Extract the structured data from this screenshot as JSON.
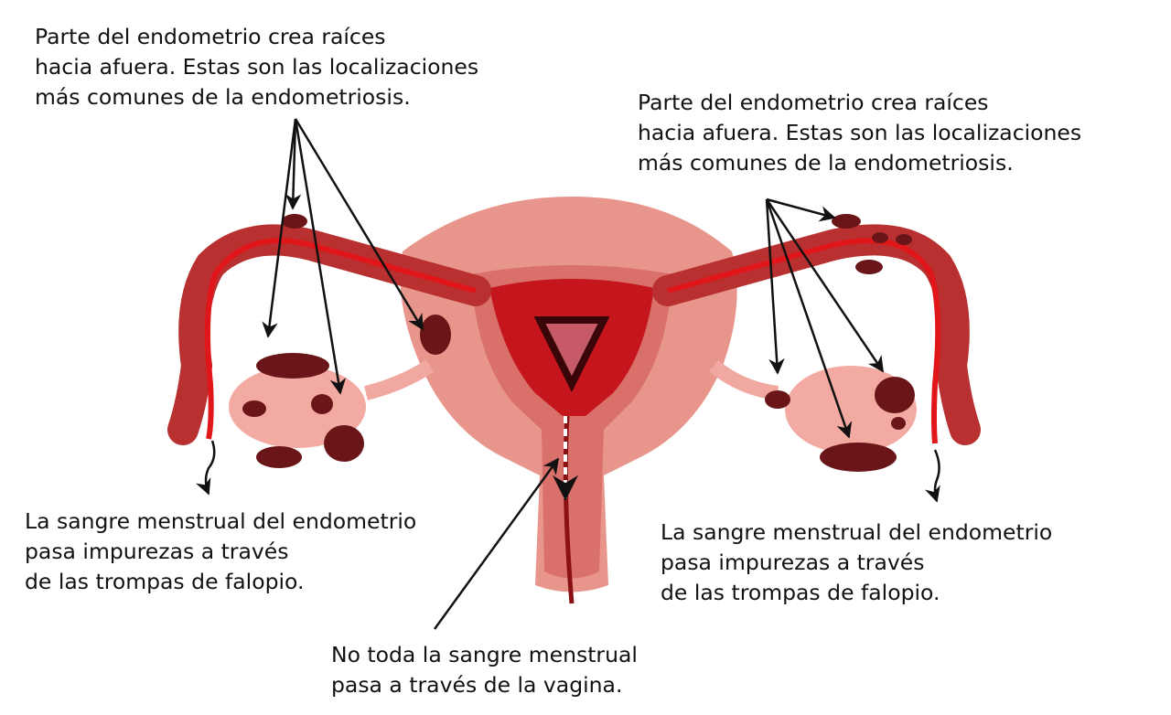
{
  "labels": {
    "top_left": [
      "Parte del endometrio crea raíces",
      "hacia afuera. Estas son las localizaciones",
      "más comunes de la endometriosis."
    ],
    "top_right": [
      "Parte del endometrio crea raíces",
      "hacia afuera. Estas son las localizaciones",
      "más comunes de la endometriosis."
    ],
    "bottom_left": [
      "La sangre menstrual del endometrio",
      "pasa impurezas a través",
      "de las trompas de falopio."
    ],
    "bottom_right": [
      "La sangre menstrual del endometrio",
      "pasa impurezas a través",
      "de las trompas de falopio."
    ],
    "bottom_center": [
      "No toda la sangre menstrual",
      "pasa a través de la vagina."
    ]
  },
  "colors": {
    "uterus": "#e8958b",
    "uterus_inner": "#d9706a",
    "tube": "#b8302f",
    "blood": "#e0161b",
    "ovary": "#f2aaa2",
    "lesion": "#6a1618",
    "arrow": "#111111"
  }
}
